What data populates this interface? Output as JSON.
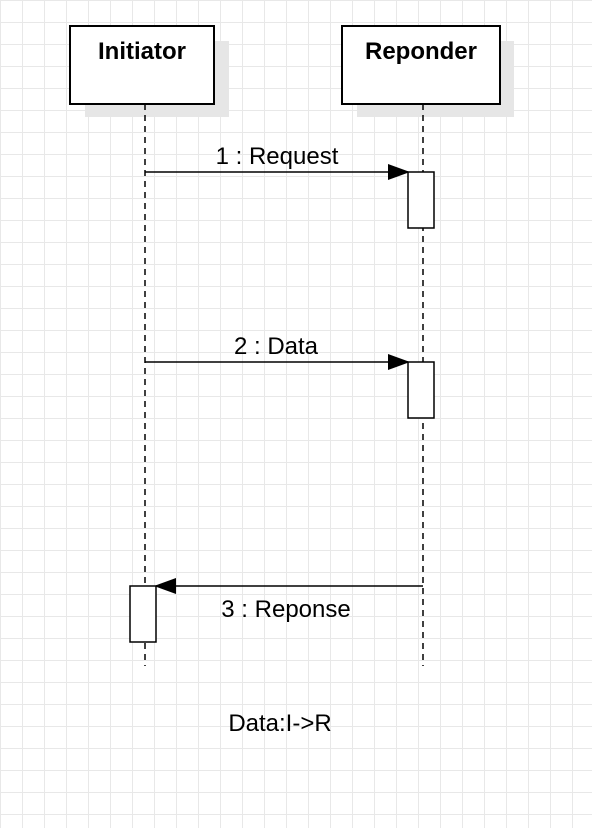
{
  "colors": {
    "stroke": "#000000",
    "shadow": "#e6e6e6",
    "fill": "#ffffff",
    "grid": "#e8e8e8"
  },
  "actors": [
    {
      "name": "Initiator"
    },
    {
      "name": "Reponder"
    }
  ],
  "messages": [
    {
      "label": "1 : Request",
      "from": "Initiator",
      "to": "Reponder"
    },
    {
      "label": "2 : Data",
      "from": "Initiator",
      "to": "Reponder"
    },
    {
      "label": "3 : Reponse",
      "from": "Reponder",
      "to": "Initiator"
    }
  ],
  "note": "Data:I->R"
}
